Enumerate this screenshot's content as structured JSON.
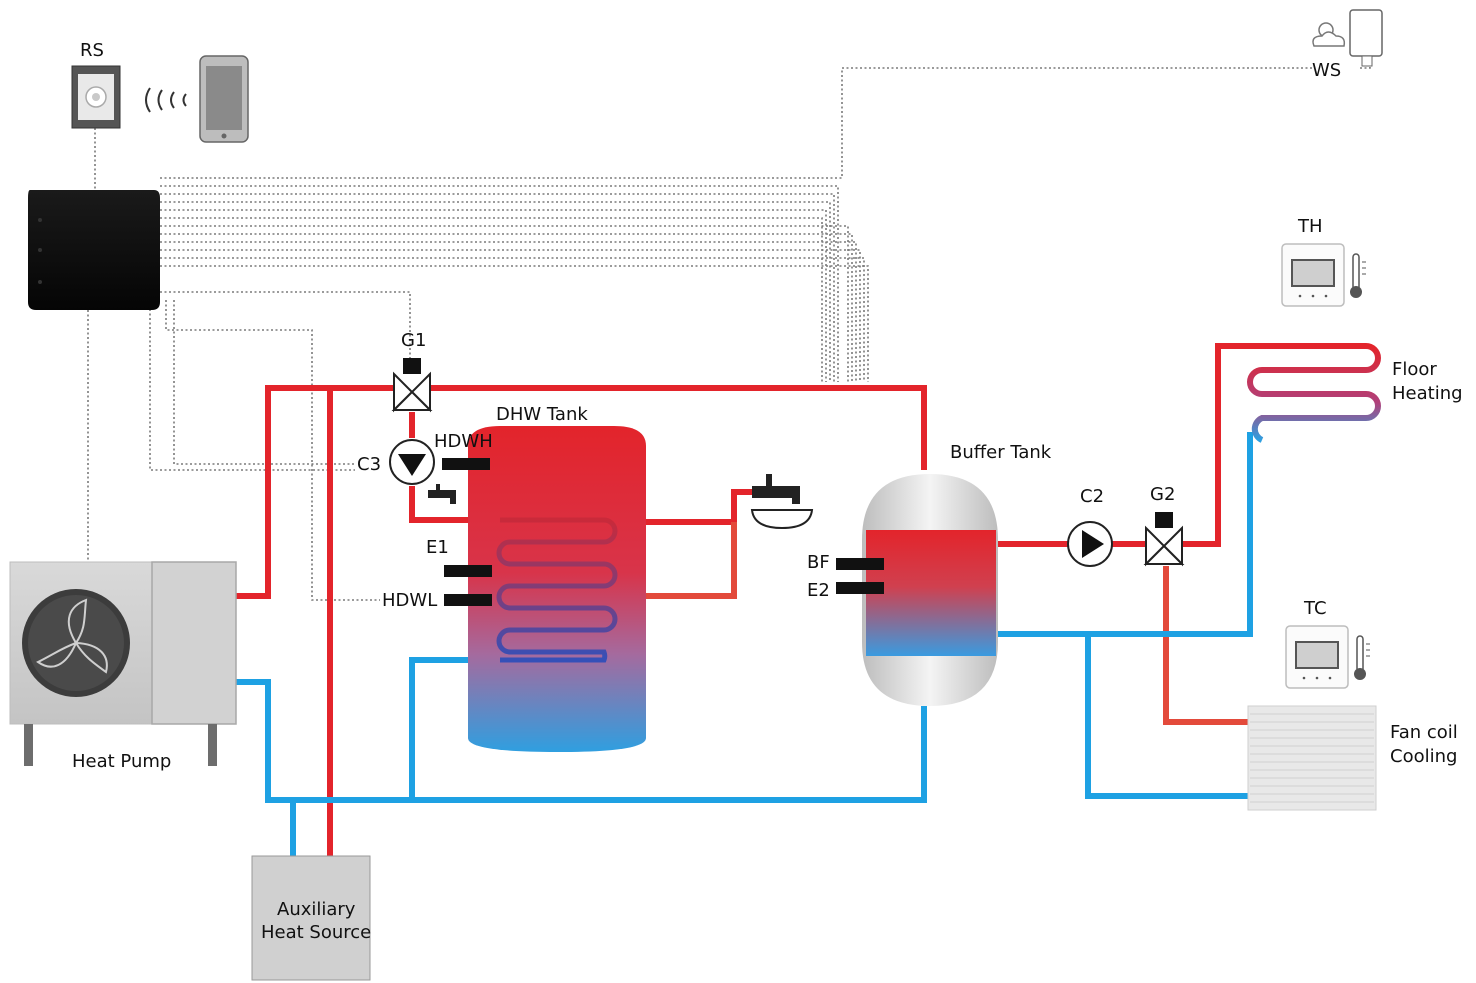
{
  "labels": {
    "rs": "RS",
    "ws": "WS",
    "th": "TH",
    "tc": "TC",
    "g1": "G1",
    "g2": "G2",
    "c2": "C2",
    "c3": "C3",
    "hdwh": "HDWH",
    "hdwl": "HDWL",
    "e1": "E1",
    "e2": "E2",
    "bf": "BF",
    "dhw_tank": "DHW Tank",
    "buffer_tank": "Buffer Tank",
    "heat_pump": "Heat Pump",
    "floor_heating_1": "Floor",
    "floor_heating_2": "Heating",
    "fan_coil_1": "Fan coil",
    "fan_coil_2": "Cooling",
    "aux_1": "Auxiliary",
    "aux_2": "Heat Source"
  },
  "colors": {
    "hot": "#e3242b",
    "cold": "#1ea1e3",
    "controller": "#111111",
    "sensor": "#111111"
  }
}
